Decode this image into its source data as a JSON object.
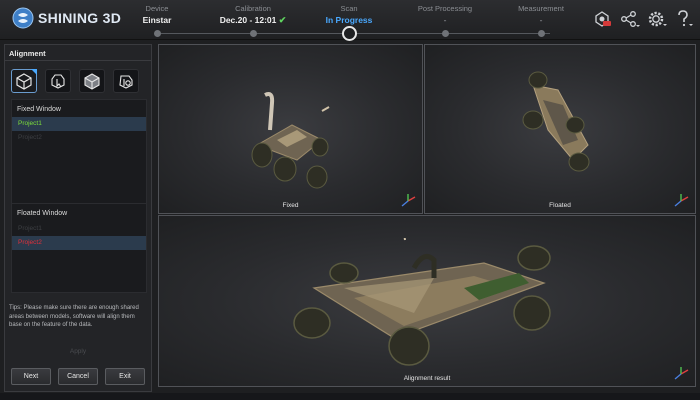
{
  "app": {
    "logo_text": "SHINING 3D"
  },
  "steps": [
    {
      "title": "Device",
      "value": "Einstar"
    },
    {
      "title": "Calibration",
      "value": "Dec.20 - 12:01",
      "done_mark": "✔"
    },
    {
      "title": "Scan",
      "value": "In Progress"
    },
    {
      "title": "Post Processing",
      "value": "-"
    },
    {
      "title": "Measurement",
      "value": "-"
    }
  ],
  "top_icons": [
    "record-icon",
    "share-icon",
    "settings-icon",
    "help-icon"
  ],
  "panel": {
    "title": "Alignment",
    "tools": [
      "cube-icon",
      "pick-point-icon",
      "feature-align-icon",
      "manual-align-icon"
    ],
    "fixed_window": {
      "title": "Fixed Window",
      "items": [
        "Project1",
        "Project2"
      ],
      "selected": "Project1"
    },
    "floated_window": {
      "title": "Floated Window",
      "items": [
        "Project1",
        "Project2"
      ],
      "selected": "Project2"
    },
    "tips": "Tips: Please make sure there are enough shared areas between models, software will align them base on the feature of the data.",
    "apply_label": "Apply",
    "buttons": {
      "next": "Next",
      "cancel": "Cancel",
      "exit": "Exit"
    }
  },
  "views": {
    "fixed": "Fixed",
    "floated": "Floated",
    "result": "Alignment result"
  },
  "colors": {
    "accent": "#4aa9ff",
    "fixed_project": "#7ddf3a",
    "floated_project": "#e0303a",
    "check": "#5fd35f"
  }
}
